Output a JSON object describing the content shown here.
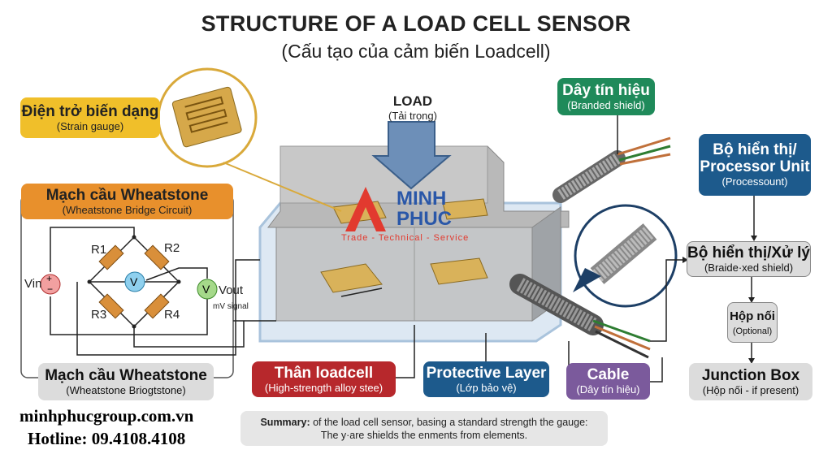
{
  "title": "STRUCTURE OF A LOAD CELL SENSOR",
  "subtitle": "(Cấu tạo của cảm biến Loadcell)",
  "load": {
    "label": "LOAD",
    "sub": "(Tải trọng)"
  },
  "strain_gauge": {
    "title": "Điện trở biến dạng",
    "sub": "(Strain gauge)"
  },
  "signal_wire": {
    "title": "Dây tín hiệu",
    "sub": "(Branded shield)"
  },
  "processor": {
    "title1": "Bộ hiển thị/",
    "title2": "Processor Unit",
    "sub": "(Processount)"
  },
  "display": {
    "title": "Bộ hiển thị/Xử lý",
    "sub": "(Braide·xed shield)"
  },
  "hop_noi": {
    "title": "Hộp nối",
    "sub": "(Optional)"
  },
  "junction": {
    "title": "Junction Box",
    "sub": "(Hộp nối - if present)"
  },
  "wheatstone": {
    "title": "Mạch cầu Wheatstone",
    "sub": "(Wheatstone Bridge Circuit)",
    "bottom_title": "Mạch cầu Wheatstone",
    "bottom_sub": "(Wheatstone Briogtstone)",
    "r1": "R1",
    "r2": "R2",
    "r3": "R3",
    "r4": "R4",
    "vin": "Vin",
    "vout": "Vout",
    "v": "V",
    "signal": "mV signal"
  },
  "body": {
    "title": "Thân loadcell",
    "sub": "(High-strength alloy stee)"
  },
  "protective": {
    "title": "Protective Layer",
    "sub": "(Lớp bảo vệ)"
  },
  "cable": {
    "title": "Cable",
    "sub": "(Dây tín hiệu)"
  },
  "summary": {
    "bold": "Summary:",
    "line1": " of the load cell sensor, basing a standard  strength the gauge:",
    "line2": "The y·are shields the enments from elements."
  },
  "logo": {
    "line1": "MINH",
    "line2": "PHUC",
    "tagline": "Trade - Technical - Service"
  },
  "website": "minhphucgroup.com.vn",
  "hotline": "Hotline: 09.4108.4108",
  "colors": {
    "yellow": "#f0bf2a",
    "orange": "#e8902c",
    "green": "#1f8a5a",
    "navy": "#1d5a8c",
    "red": "#b7282c",
    "purple": "#7b5a9c",
    "logo_red": "#e23a2f",
    "logo_blue": "#2a57a8"
  }
}
